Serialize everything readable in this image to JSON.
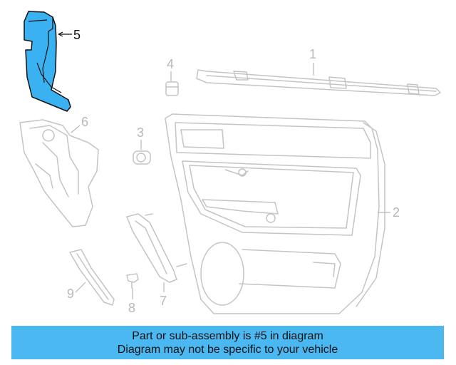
{
  "diagram": {
    "highlighted_part": "5",
    "highlight_color": "#3ab1f0",
    "callouts": {
      "c1": "1",
      "c2": "2",
      "c3": "3",
      "c4": "4",
      "c5": "5",
      "c6": "6",
      "c7": "7",
      "c8": "8",
      "c9": "9"
    }
  },
  "banner": {
    "line1": "Part or sub-assembly is #5 in diagram",
    "line2": "Diagram may not be specific to your vehicle",
    "color": "#4cb8f2"
  }
}
